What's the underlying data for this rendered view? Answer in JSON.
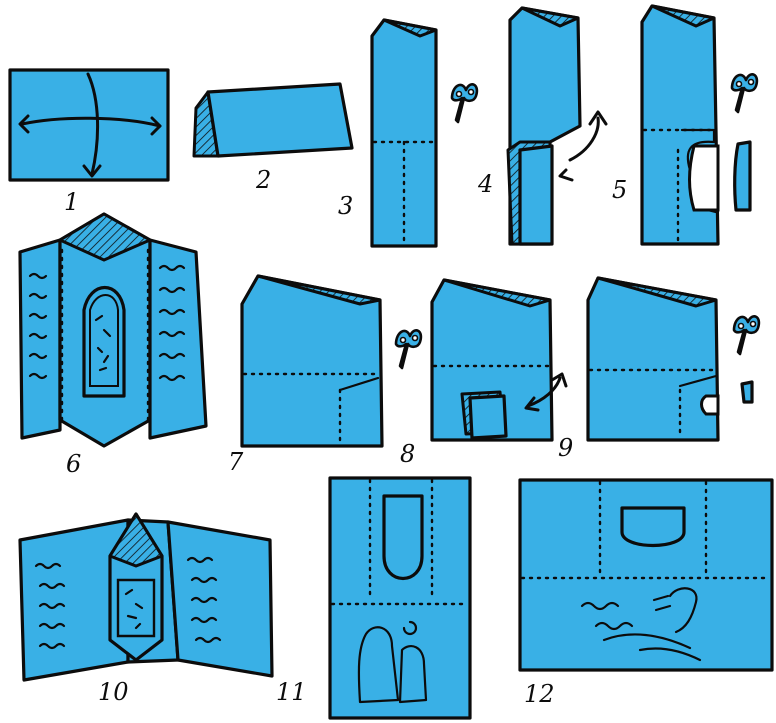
{
  "steps": [
    {
      "id": "1",
      "label": "1"
    },
    {
      "id": "2",
      "label": "2"
    },
    {
      "id": "3",
      "label": "3"
    },
    {
      "id": "4",
      "label": "4"
    },
    {
      "id": "5",
      "label": "5"
    },
    {
      "id": "6",
      "label": "6"
    },
    {
      "id": "7",
      "label": "7"
    },
    {
      "id": "8",
      "label": "8"
    },
    {
      "id": "9",
      "label": "9"
    },
    {
      "id": "10",
      "label": "10"
    },
    {
      "id": "11",
      "label": "11"
    },
    {
      "id": "12",
      "label": "12"
    }
  ],
  "colors": {
    "paper": "#39b0e6",
    "ink": "#0c0c0c"
  },
  "icons": [
    "scissors-icon",
    "curved-arrow-icon",
    "fold-arrow-icon"
  ]
}
